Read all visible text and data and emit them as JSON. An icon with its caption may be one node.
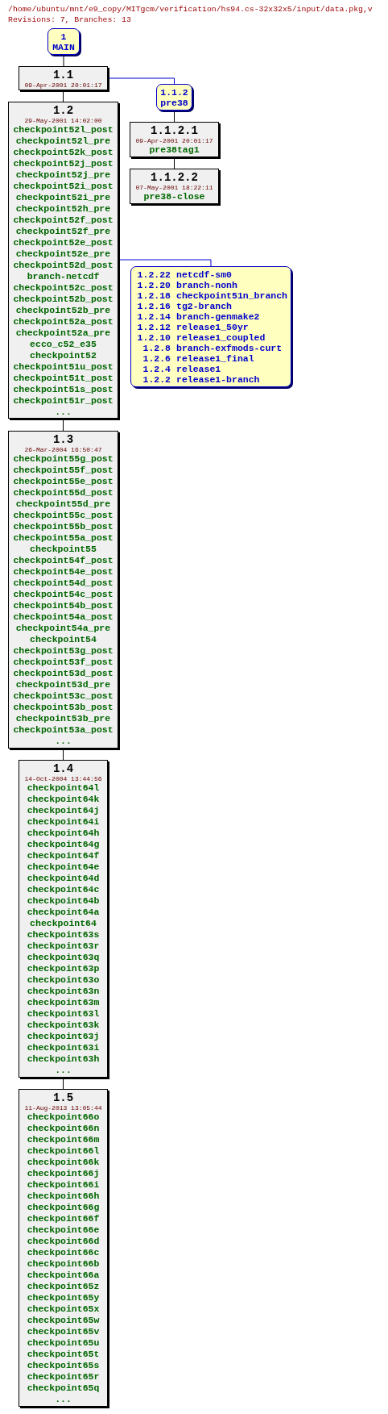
{
  "diagram": {
    "title": "/home/ubuntu/mnt/e9_copy/MITgcm/verification/hs94.cs-32x32x5/input/data.pkg,v",
    "nodes": [
      {
        "text": [
          "1",
          "MAIN"
        ]
      },
      {
        "text": [
          "1.1",
          "09-Apr-2001 20:01:17"
        ]
      },
      {
        "text": [
          "1.1.2",
          "pre38"
        ]
      },
      {
        "text": [
          "1.1.2.1",
          "09-Apr-2001 20:01:17",
          "pre38tag1"
        ]
      },
      {
        "text": [
          "1.1.2.2",
          "07-May-2001 18:22:11",
          "pre38-close"
        ]
      },
      {
        "text": [
          "1.2",
          "29-May-2001 14:02:00",
          "checkpoint52l_post",
          "checkpoint52l_pre",
          "checkpoint52k_post",
          "checkpoint52j_post",
          "checkpoint52j_pre",
          "checkpoint52i_post",
          "checkpoint52i_pre",
          "checkpoint52h_pre",
          "checkpoint52f_post",
          "checkpoint52f_pre",
          "checkpoint52e_post",
          "checkpoint52e_pre",
          "checkpoint52d_post",
          "branch-netcdf",
          "checkpoint52c_post",
          "checkpoint52b_post",
          "checkpoint52b_pre",
          "checkpoint52a_post",
          "checkpoint52a_pre",
          "ecco_c52_e35",
          "checkpoint52",
          "checkpoint51u_post",
          "checkpoint51t_post",
          "checkpoint51s_post",
          "checkpoint51r_post",
          "..."
        ]
      },
      {
        "text": [
          "1.2.22 netcdf-sm0",
          "1.2.20 branch-nonh",
          "1.2.18 checkpoint51n_branch",
          "1.2.16 tg2-branch",
          "1.2.14 branch-genmake2",
          "1.2.12 release1_50yr",
          "1.2.10 release1_coupled",
          "1.2.8 branch-exfmods-curt",
          "1.2.6 release1_final",
          "1.2.4 release1",
          "1.2.2 release1-branch"
        ]
      },
      {
        "text": [
          "1.3",
          "26-Mar-2004 16:50:47",
          "checkpoint55g_post",
          "checkpoint55f_post",
          "checkpoint55e_post",
          "checkpoint55d_post",
          "checkpoint55d_pre",
          "checkpoint55c_post",
          "checkpoint55b_post",
          "checkpoint55a_post",
          "checkpoint55",
          "checkpoint54f_post",
          "checkpoint54e_post",
          "checkpoint54d_post",
          "checkpoint54c_post",
          "checkpoint54b_post",
          "checkpoint54a_post",
          "checkpoint54a_pre",
          "checkpoint54",
          "checkpoint53g_post",
          "checkpoint53f_post",
          "checkpoint53d_post",
          "checkpoint53d_pre",
          "checkpoint53c_post",
          "checkpoint53b_post",
          "checkpoint53b_pre",
          "checkpoint53a_post",
          "..."
        ]
      },
      {
        "text": [
          "1.4",
          "14-Oct-2004 13:44:56",
          "checkpoint64l",
          "checkpoint64k",
          "checkpoint64j",
          "checkpoint64i",
          "checkpoint64h",
          "checkpoint64g",
          "checkpoint64f",
          "checkpoint64e",
          "checkpoint64d",
          "checkpoint64c",
          "checkpoint64b",
          "checkpoint64a",
          "checkpoint64",
          "checkpoint63s",
          "checkpoint63r",
          "checkpoint63q",
          "checkpoint63p",
          "checkpoint63o",
          "checkpoint63n",
          "checkpoint63m",
          "checkpoint63l",
          "checkpoint63k",
          "checkpoint63j",
          "checkpoint63i",
          "checkpoint63h",
          "..."
        ]
      },
      {
        "text": [
          "1.5",
          "11-Aug-2013 13:05:44",
          "checkpoint66o",
          "checkpoint66n",
          "checkpoint66m",
          "checkpoint66l",
          "checkpoint66k",
          "checkpoint66j",
          "checkpoint66i",
          "checkpoint66h",
          "checkpoint66g",
          "checkpoint66f",
          "checkpoint66e",
          "checkpoint66d",
          "checkpoint66c",
          "checkpoint66b",
          "checkpoint66a",
          "checkpoint65z",
          "checkpoint65y",
          "checkpoint65x",
          "checkpoint65w",
          "checkpoint65v",
          "checkpoint65u",
          "checkpoint65t",
          "checkpoint65s",
          "checkpoint65r",
          "checkpoint65q",
          "..."
        ]
      }
    ],
    "edges": [
      {
        "from": 0,
        "to": 1,
        "arrow": "none"
      },
      {
        "from": 1,
        "to": 2,
        "arrow": "none",
        "color": "#0000cc"
      },
      {
        "from": 2,
        "to": 3,
        "arrow": "none"
      },
      {
        "from": 3,
        "to": 4,
        "arrow": "none"
      },
      {
        "from": 1,
        "to": 5,
        "arrow": "none"
      },
      {
        "from": 5,
        "to": 6,
        "arrow": "none",
        "color": "#0000cc"
      },
      {
        "from": 5,
        "to": 7,
        "arrow": "none"
      },
      {
        "from": 7,
        "to": 8,
        "arrow": "none"
      },
      {
        "from": 8,
        "to": 9,
        "arrow": "none"
      }
    ],
    "labels": [
      "Revisions: 7, Branches: 13"
    ]
  }
}
